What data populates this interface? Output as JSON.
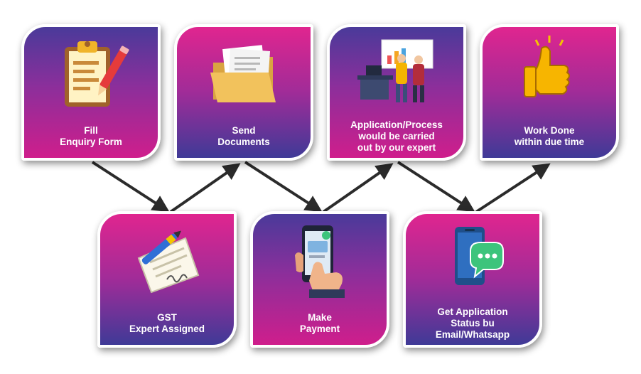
{
  "steps": [
    {
      "id": 1,
      "lines": [
        "Fill",
        "Enquiry Form"
      ],
      "icon": "clipboard-icon"
    },
    {
      "id": 2,
      "lines": [
        "GST",
        "Expert Assigned"
      ],
      "icon": "contract-pen-icon"
    },
    {
      "id": 3,
      "lines": [
        "Send",
        "Documents"
      ],
      "icon": "folder-documents-icon"
    },
    {
      "id": 4,
      "lines": [
        "Make",
        "Payment"
      ],
      "icon": "mobile-payment-icon"
    },
    {
      "id": 5,
      "lines": [
        "Application/Process",
        "would be carried",
        "out by our expert"
      ],
      "icon": "experts-meeting-icon"
    },
    {
      "id": 6,
      "lines": [
        "Get Application",
        "Status bu",
        "Email/Whatsapp"
      ],
      "icon": "phone-chat-icon"
    },
    {
      "id": 7,
      "lines": [
        "Work Done",
        "within due time"
      ],
      "icon": "thumbs-up-icon"
    }
  ],
  "colors": {
    "card_pink": "#d81e8c",
    "card_indigo": "#3f3a97",
    "arrow": "#2b2b2b"
  }
}
